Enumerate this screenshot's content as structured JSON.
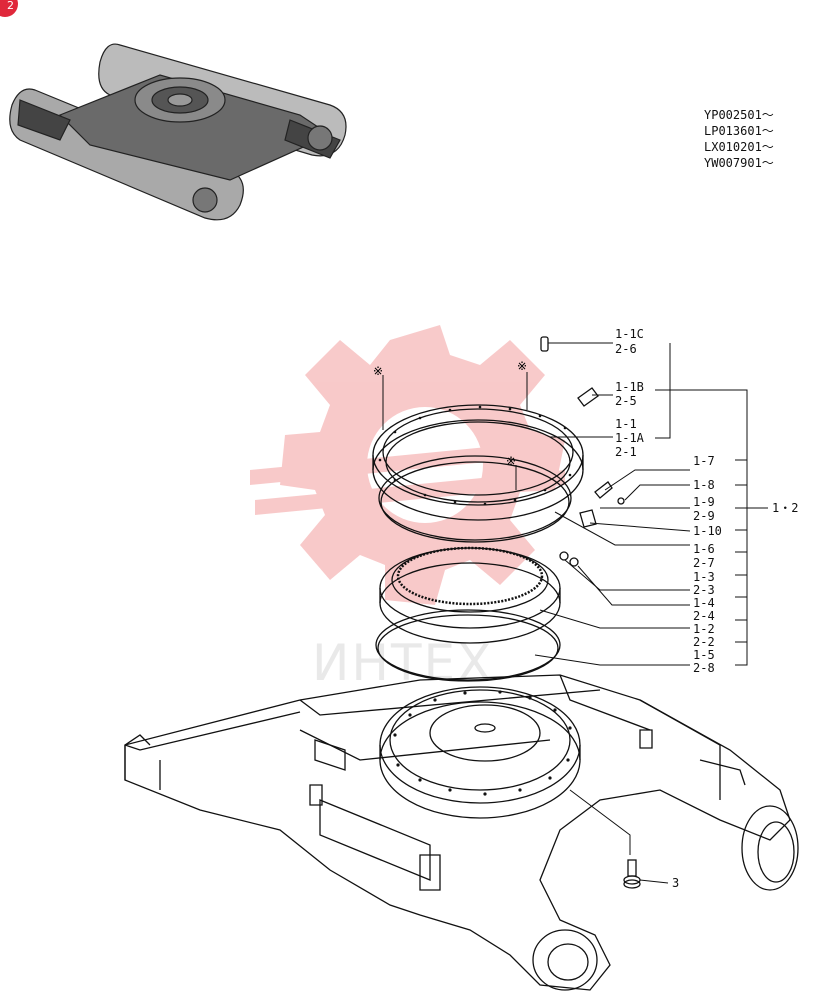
{
  "page_badge": "2",
  "serial_numbers": [
    "YP002501～",
    "LP013601～",
    "LX010201～",
    "YW007901～"
  ],
  "watermark_text": "ИНТЕХ",
  "colors": {
    "badge": "#e0283b",
    "watermark": "#f08a8a",
    "line": "#111111"
  },
  "callouts": {
    "c1": "1-1C",
    "c2": "2-6",
    "c3": "1-1B",
    "c4": "2-5",
    "c5": "1-1",
    "c6": "1-1A",
    "c7": "2-1",
    "c8": "1-7",
    "c9": "1-8",
    "c10": "1-9",
    "c11": "2-9",
    "c12": "1-10",
    "c13": "1-6",
    "c14": "2-7",
    "c15": "1-3",
    "c16": "2-3",
    "c17": "1-4",
    "c18": "2-4",
    "c19": "1-2",
    "c20": "2-2",
    "c21": "1-5",
    "c22": "2-8",
    "group": "1・2",
    "bolt": "3"
  },
  "reference_mark": "※"
}
